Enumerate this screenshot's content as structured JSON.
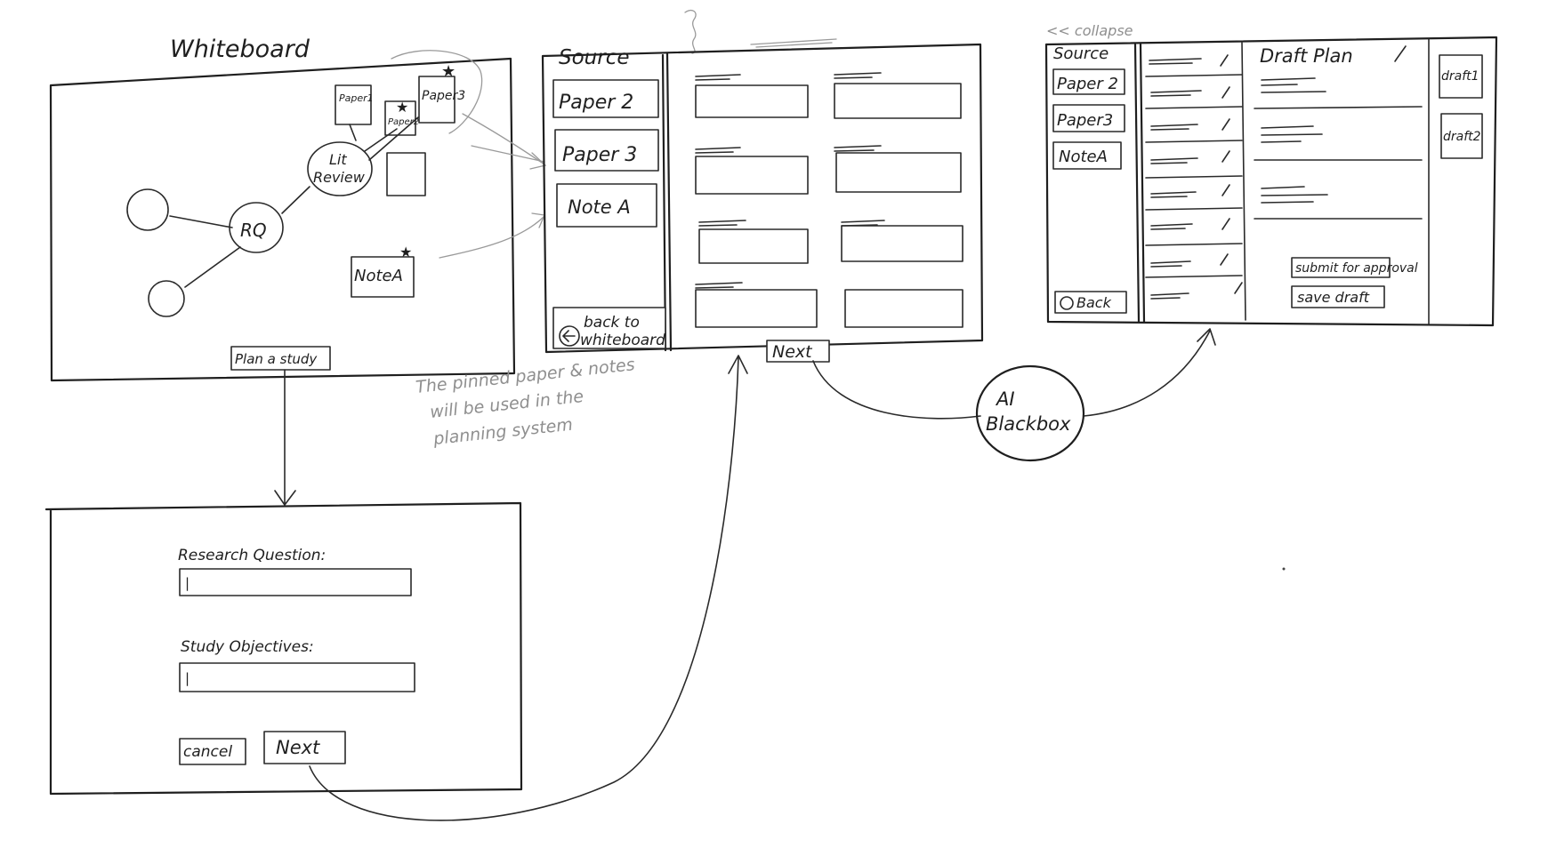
{
  "whiteboard": {
    "title": "Whiteboard",
    "nodes": {
      "paper1": "Paper1",
      "paper2": "Paper2",
      "paper3": "Paper3",
      "lit_review_line1": "Lit",
      "lit_review_line2": "Review",
      "rq": "RQ",
      "note_a": "NoteA"
    },
    "plan_button": "Plan a study"
  },
  "annotation": {
    "line1": "The pinned paper & notes",
    "line2": "will be used in the",
    "line3": "planning system"
  },
  "plan_form": {
    "research_question_label": "Research Question:",
    "research_question_value": "|",
    "study_objectives_label": "Study Objectives:",
    "study_objectives_value": "|",
    "cancel_button": "cancel",
    "next_button": "Next"
  },
  "source_view": {
    "title": "Source",
    "items": [
      "Paper 2",
      "Paper 3",
      "Note A"
    ],
    "back_button_line1": "back to",
    "back_button_line2": "whiteboard",
    "next_button": "Next"
  },
  "ai": {
    "line1": "AI",
    "line2": "Blackbox"
  },
  "draft_view": {
    "collapse": "<< collapse",
    "source_title": "Source",
    "items": [
      "Paper 2",
      "Paper3",
      "NoteA"
    ],
    "back_button": "Back",
    "draft_title": "Draft Plan",
    "submit_button": "submit for approval",
    "save_button": "save draft",
    "drafts": [
      "draft1",
      "draft2"
    ]
  }
}
